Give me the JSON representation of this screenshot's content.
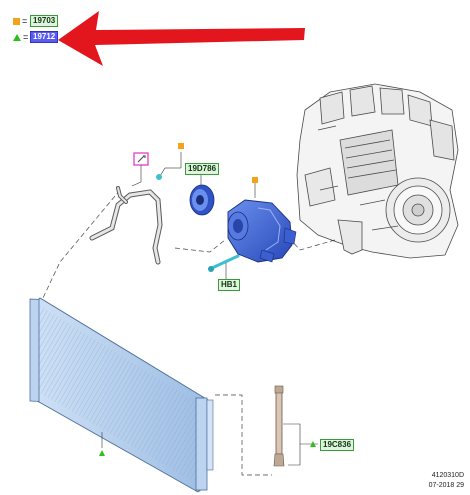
{
  "legend": [
    {
      "symbol": "square",
      "equals": "=",
      "code": "19703",
      "color": "#f5a21b",
      "highlighted": false
    },
    {
      "symbol": "triangle",
      "equals": "=",
      "code": "19712",
      "color": "#2ec01a",
      "highlighted": true
    }
  ],
  "callouts": {
    "clutch_pulley": "19D786",
    "bolt": "HB1",
    "receiver_drier": "19C836"
  },
  "footer": {
    "drawing_number": "4120310D",
    "date": "07-2018 29"
  },
  "colors": {
    "pointer_arrow": "#e3151d",
    "compressor_blue": "#3a64d6",
    "condenser_blue": "#aac8ea",
    "label_fill": "#dff3df",
    "label_border": "#3a9a3a",
    "highlight_fill": "#5a5cf0",
    "leader_pink": "#e040c8",
    "bolt_teal": "#3cc0d0"
  },
  "icons": {
    "square_marker": "orange-square-icon",
    "triangle_marker": "green-triangle-icon",
    "pointer": "red-arrow-icon",
    "wrench": "wrench-icon"
  }
}
